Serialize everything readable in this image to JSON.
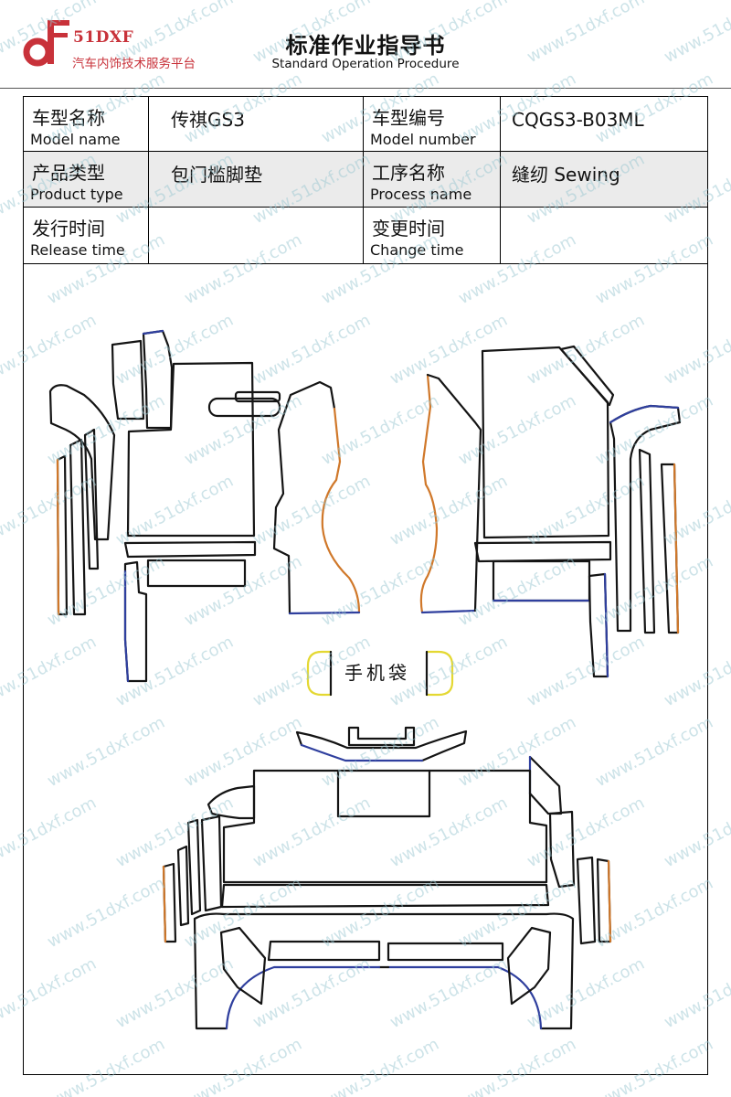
{
  "header": {
    "brand": "51DXF",
    "tagline": "汽车内饰技术服务平台",
    "title": "标准作业指导书",
    "subtitle": "Standard Operation Procedure"
  },
  "logo": {
    "icon": "51dxf-logo-mark"
  },
  "info_table": {
    "model_name": {
      "label_zh": "车型名称",
      "label_en": "Model name",
      "value": "传祺GS3"
    },
    "model_number": {
      "label_zh": "车型编号",
      "label_en": "Model number",
      "value": "CQGS3-B03ML"
    },
    "product_type": {
      "label_zh": "产品类型",
      "label_en": "Product type",
      "value": "包门槛脚垫"
    },
    "process_name": {
      "label_zh": "工序名称",
      "label_en": "Process name",
      "value": "缝纫 Sewing"
    },
    "release_time": {
      "label_zh": "发行时间",
      "label_en": "Release time",
      "value": ""
    },
    "change_time": {
      "label_zh": "变更时间",
      "label_en": "Change time",
      "value": ""
    }
  },
  "diagram": {
    "label": "手机袋"
  },
  "watermark": "www.51dxf.com",
  "colors": {
    "brand": "#c8323a",
    "outline": "#141414",
    "edge_blue": "#2f3f9e",
    "edge_orange": "#d0782a",
    "edge_yellow": "#e4d832",
    "row_shade": "#ebebeb",
    "watermark": "#9cc8d2"
  }
}
